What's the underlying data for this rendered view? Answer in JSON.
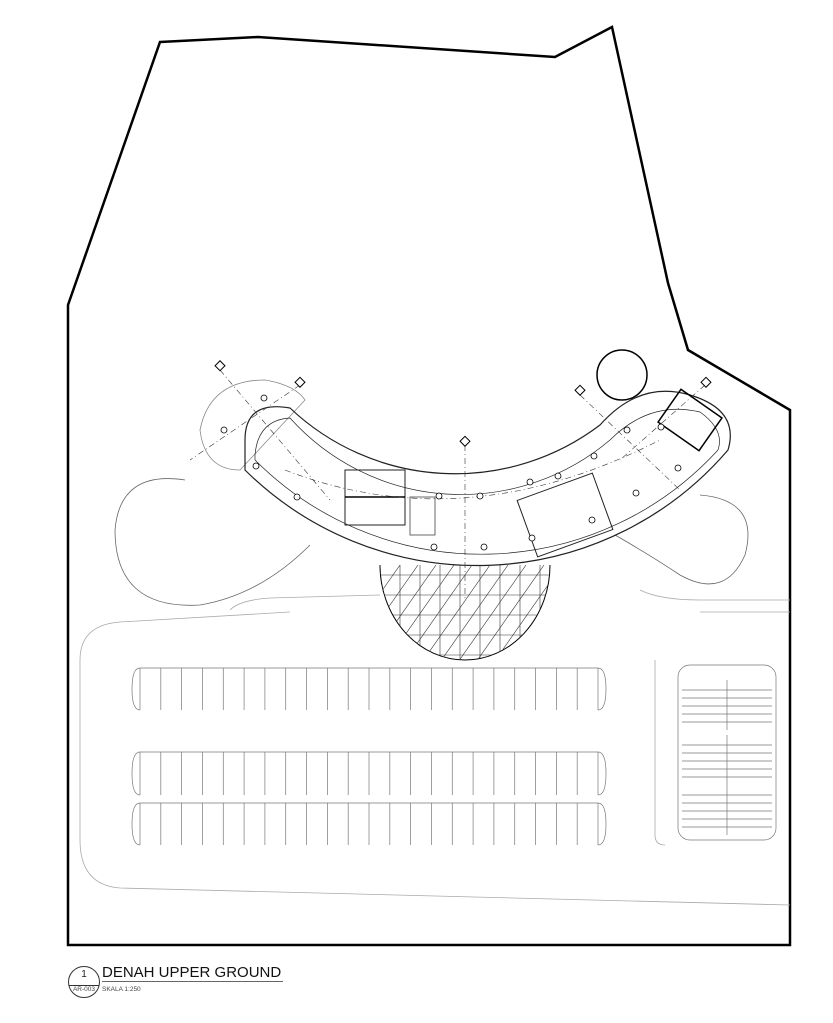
{
  "drawing": {
    "title": "DENAH UPPER GROUND",
    "sheet_number": "1",
    "sheet_ref": "AR-003",
    "scale": "SKALA 1:250"
  },
  "colors": {
    "line": "#000000",
    "light_line": "#9a9a9a",
    "hatch": "#333333"
  }
}
